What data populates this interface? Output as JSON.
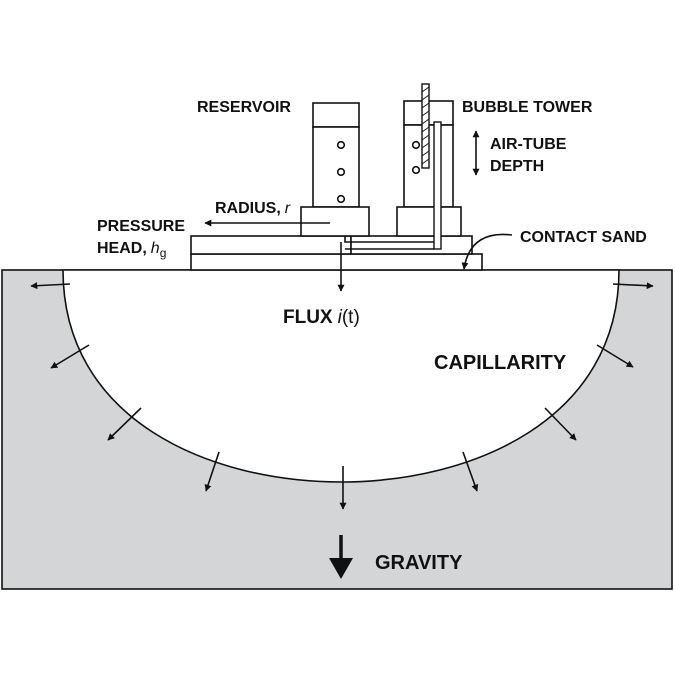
{
  "labels": {
    "reservoir": "RESERVOIR",
    "bubble_tower": "BUBBLE TOWER",
    "air_tube_line1": "AIR-TUBE",
    "air_tube_line2": "DEPTH",
    "radius": "RADIUS,",
    "radius_symbol": "r",
    "pressure_line1": "PRESSURE",
    "pressure_line2": "HEAD,",
    "pressure_symbol": "h",
    "pressure_subscript": "g",
    "contact_sand": "CONTACT SAND",
    "flux": "FLUX",
    "flux_symbol": "i",
    "flux_arg": "(t)",
    "capillarity": "CAPILLARITY",
    "gravity": "GRAVITY"
  },
  "colors": {
    "soil": "#d4d5d6",
    "wetted_bulb": "#ffffff",
    "ink": "#111111"
  }
}
